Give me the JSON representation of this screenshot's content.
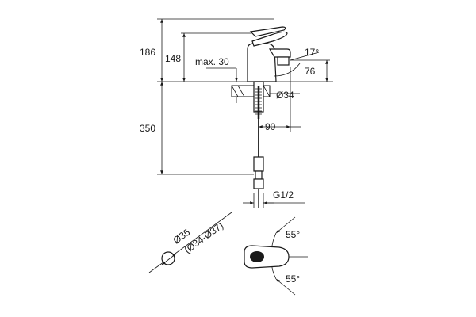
{
  "dimensions": {
    "d186": "186",
    "d148": "148",
    "max30": "max. 30",
    "angle17": "17°",
    "d76": "76",
    "dia34": "Ø34",
    "d350": "350",
    "d90": "90",
    "g12": "G1/2",
    "dia35": "Ø35",
    "dia34_37": "(Ø34-Ø37)",
    "angle55_top": "55°",
    "angle55_bottom": "55°"
  },
  "colors": {
    "line": "#1a1a1a",
    "background": "#ffffff"
  }
}
